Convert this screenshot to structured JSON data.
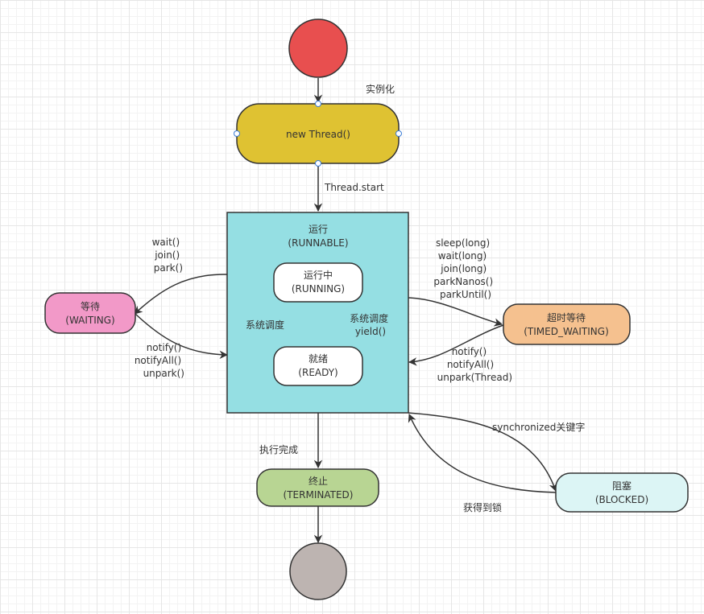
{
  "colors": {
    "start": "#e84f4f",
    "new_thread": "#dfc232",
    "runnable": "#95dfe3",
    "inner": "#ffffff",
    "waiting": "#f299c8",
    "timed_waiting": "#f5c18f",
    "terminated": "#b8d593",
    "blocked": "#dcf5f5",
    "end": "#bdb4b1",
    "line": "#333333"
  },
  "nodes": {
    "new_thread": "new Thread()",
    "runnable": {
      "title": "运行",
      "sub": "(RUNNABLE)"
    },
    "running": {
      "title": "运行中",
      "sub": "(RUNNING)"
    },
    "ready": {
      "title": "就绪",
      "sub": "(READY)"
    },
    "waiting": {
      "title": "等待",
      "sub": "(WAITING)"
    },
    "timed_waiting": {
      "title": "超时等待",
      "sub": "(TIMED_WAITING)"
    },
    "terminated": {
      "title": "终止",
      "sub": "(TERMINATED)"
    },
    "blocked": {
      "title": "阻塞",
      "sub": "(BLOCKED)"
    }
  },
  "edges": {
    "instantiate": "实例化",
    "start": "Thread.start",
    "to_waiting": [
      "wait()",
      "join()",
      "park()"
    ],
    "from_waiting": [
      "notify()",
      "notifyAll()",
      "unpark()"
    ],
    "to_timed": [
      "sleep(long)",
      "wait(long)",
      "join(long)",
      "parkNanos()",
      "parkUntil()"
    ],
    "from_timed": [
      "notify()",
      "notifyAll()",
      "unpark(Thread)"
    ],
    "schedule_down": "系统调度",
    "schedule_up": [
      "系统调度",
      "yield()"
    ],
    "done": "执行完成",
    "to_blocked": "synchronized关键字",
    "from_blocked": "获得到锁"
  }
}
